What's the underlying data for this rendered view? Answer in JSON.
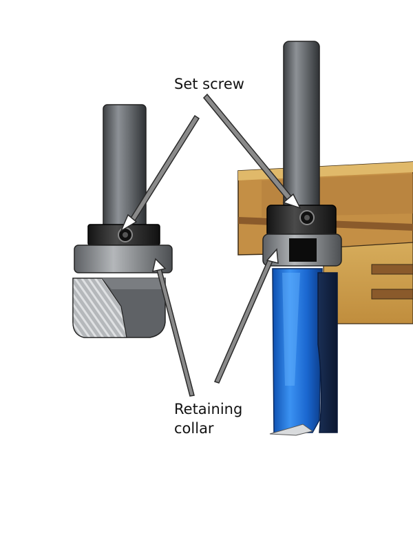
{
  "labels": {
    "set_screw": "Set screw",
    "retaining_line1": "Retaining",
    "retaining_line2": "collar"
  },
  "colors": {
    "shank": "#5f6266",
    "collar_dark": "#2b2b2b",
    "collar_ring": "#8a8d90",
    "cutter_gray": "#6c6f73",
    "cutter_blue": "#1f6fd6",
    "wood": "#c89b4a",
    "wood_dark": "#7a5630",
    "arrow": "#555555"
  },
  "icons": [
    "set-screw-icon",
    "arrow-icon"
  ]
}
